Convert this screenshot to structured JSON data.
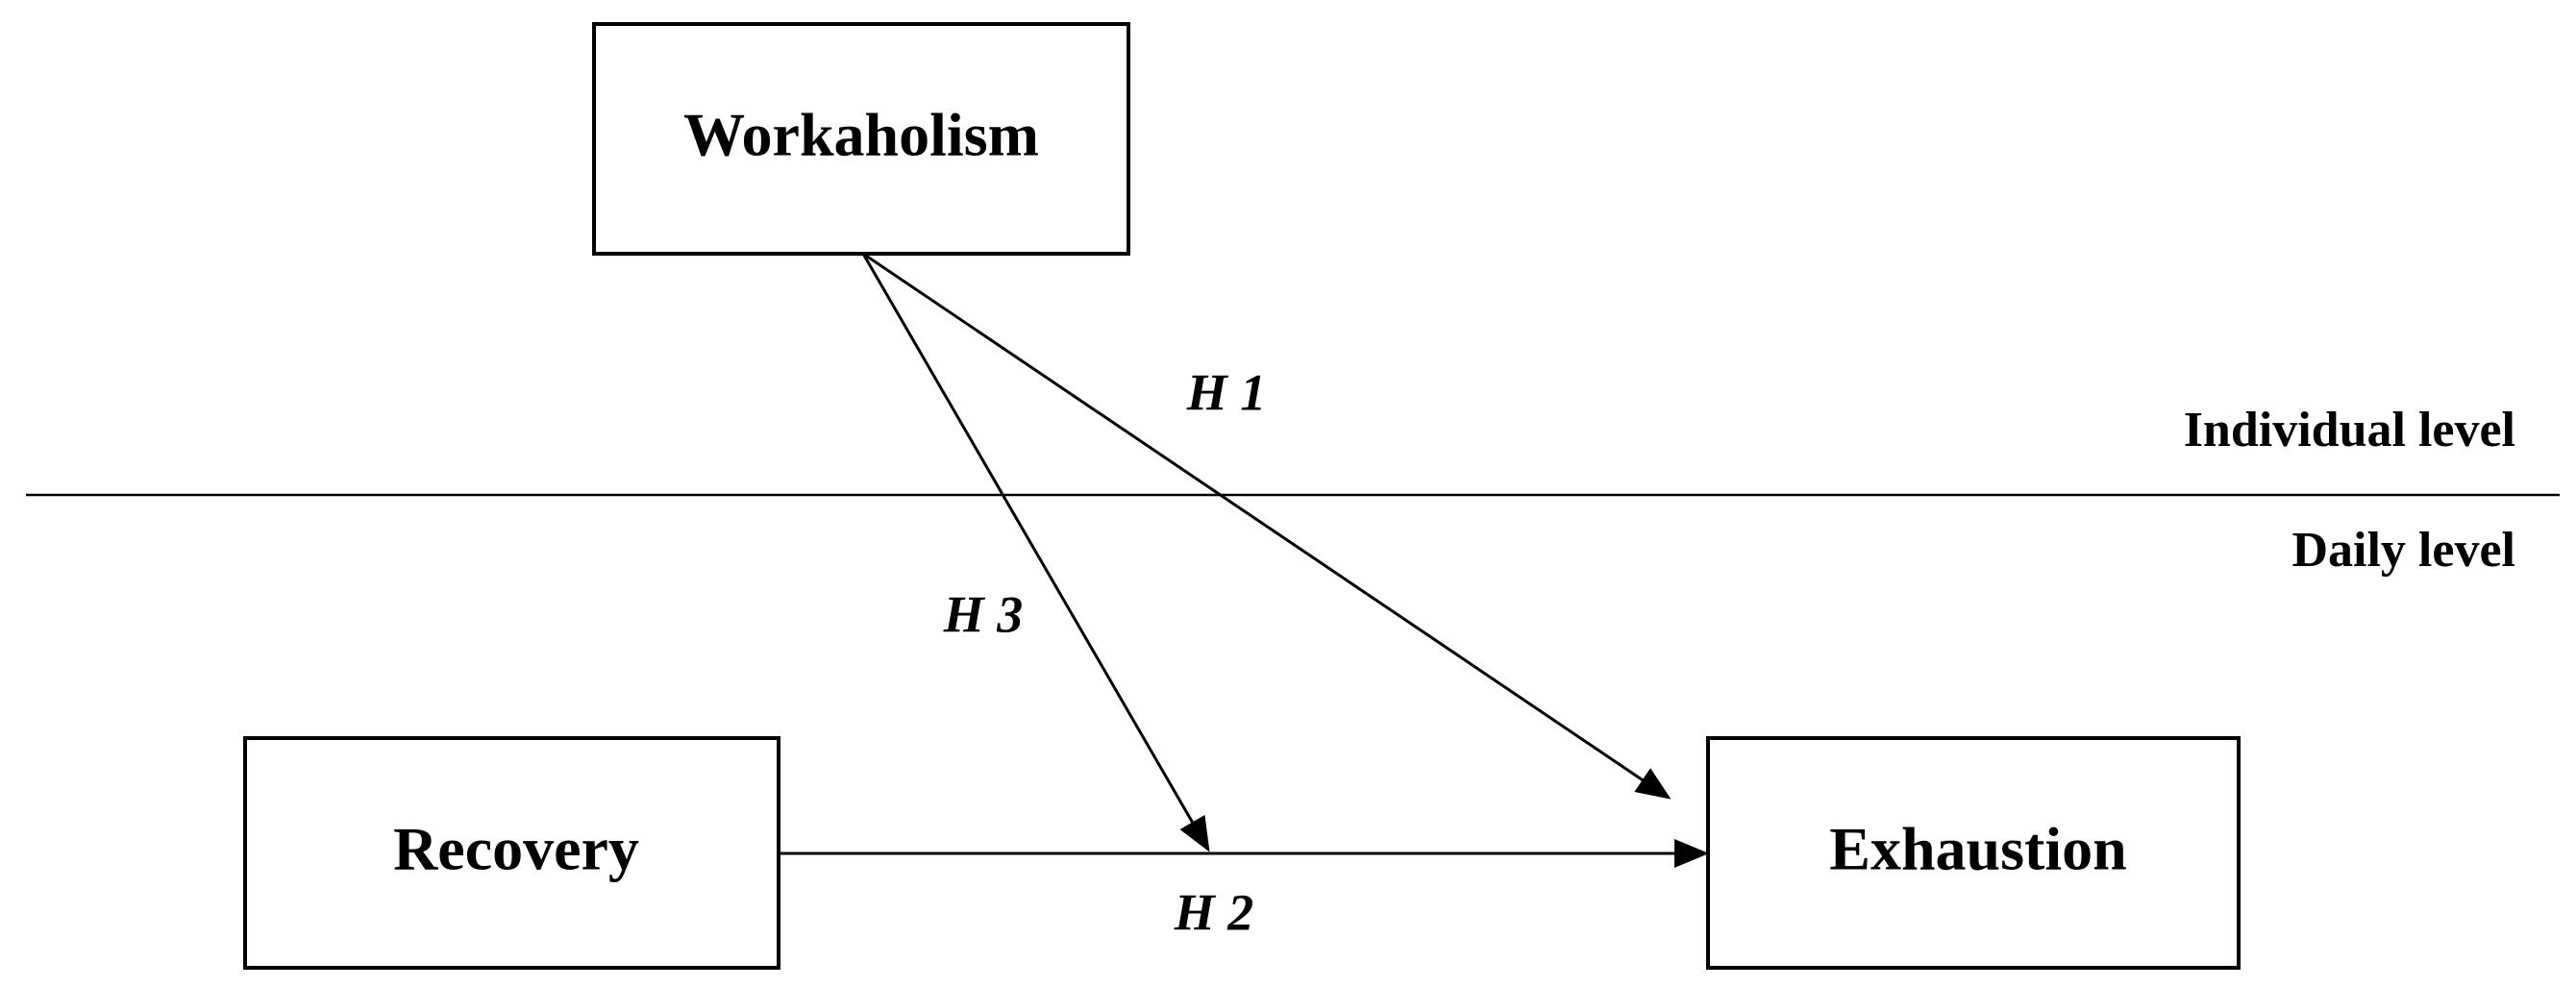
{
  "nodes": {
    "workaholism": "Workaholism",
    "recovery": "Recovery",
    "exhaustion": "Exhaustion"
  },
  "levels": {
    "individual": "Individual level",
    "daily": "Daily level"
  },
  "hypotheses": {
    "h1": "H 1",
    "h2": "H 2",
    "h3": "H 3"
  },
  "edges": [
    {
      "from": "workaholism",
      "to": "exhaustion",
      "label": "H 1"
    },
    {
      "from": "recovery",
      "to": "exhaustion",
      "label": "H 2"
    },
    {
      "from": "workaholism",
      "to": "recovery-exhaustion path",
      "label": "H 3"
    }
  ]
}
